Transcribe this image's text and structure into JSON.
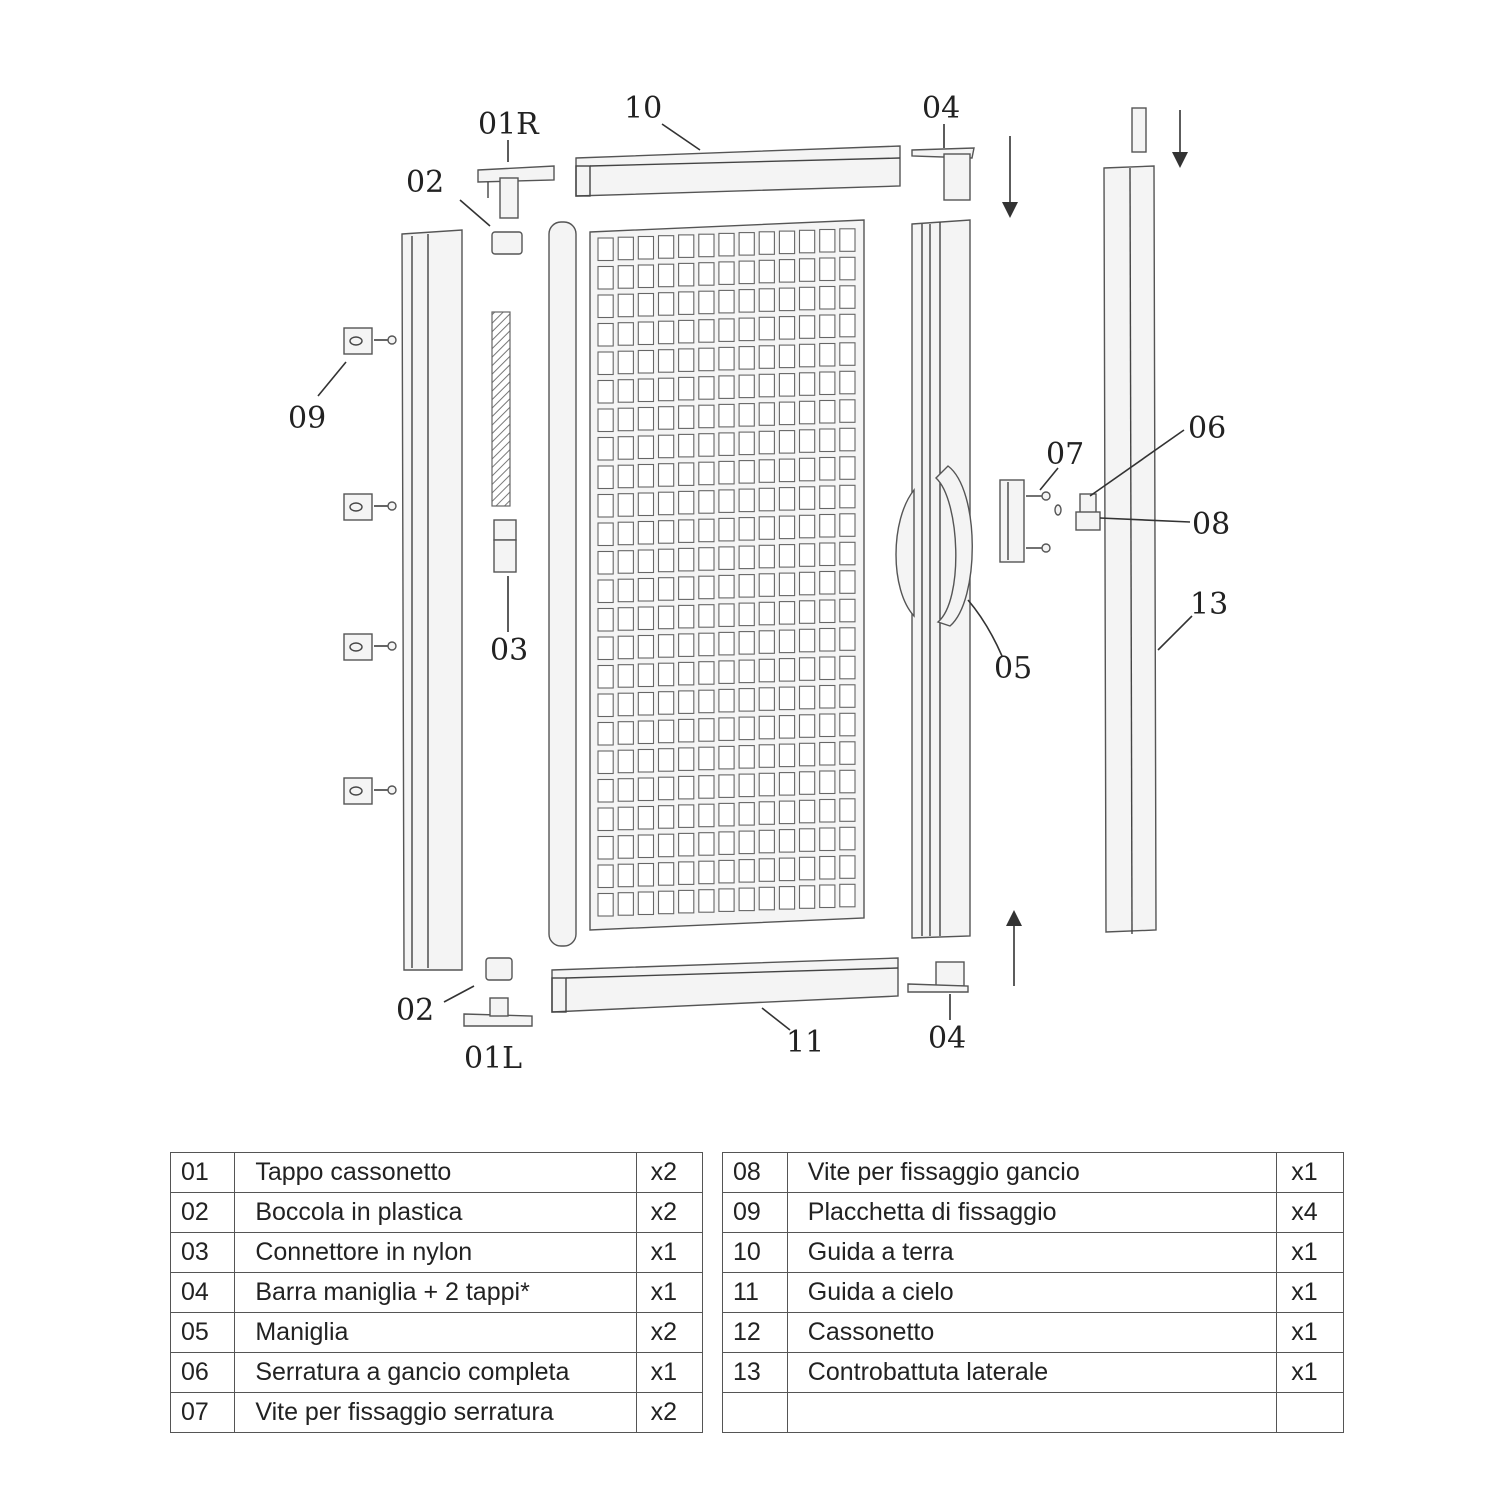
{
  "callouts": [
    {
      "id": "c-10",
      "text": "10"
    },
    {
      "id": "c-01r",
      "text": "01R"
    },
    {
      "id": "c-02-top",
      "text": "02"
    },
    {
      "id": "c-04-top",
      "text": "04"
    },
    {
      "id": "c-09",
      "text": "09"
    },
    {
      "id": "c-03",
      "text": "03"
    },
    {
      "id": "c-07",
      "text": "07"
    },
    {
      "id": "c-06",
      "text": "06"
    },
    {
      "id": "c-08",
      "text": "08"
    },
    {
      "id": "c-13",
      "text": "13"
    },
    {
      "id": "c-05",
      "text": "05"
    },
    {
      "id": "c-02-bottom",
      "text": "02"
    },
    {
      "id": "c-01l",
      "text": "01L"
    },
    {
      "id": "c-11",
      "text": "11"
    },
    {
      "id": "c-04-bottom",
      "text": "04"
    }
  ],
  "parts_left": [
    {
      "code": "01",
      "name": "Tappo cassonetto",
      "qty": "x2"
    },
    {
      "code": "02",
      "name": "Boccola in plastica",
      "qty": "x2"
    },
    {
      "code": "03",
      "name": "Connettore in nylon",
      "qty": "x1"
    },
    {
      "code": "04",
      "name": "Barra maniglia + 2 tappi*",
      "qty": "x1"
    },
    {
      "code": "05",
      "name": "Maniglia",
      "qty": "x2"
    },
    {
      "code": "06",
      "name": "Serratura a gancio completa",
      "qty": "x1"
    },
    {
      "code": "07",
      "name": "Vite per fissaggio serratura",
      "qty": "x2"
    }
  ],
  "parts_right": [
    {
      "code": "08",
      "name": "Vite per fissaggio gancio",
      "qty": "x1"
    },
    {
      "code": "09",
      "name": "Placchetta di fissaggio",
      "qty": "x4"
    },
    {
      "code": "10",
      "name": "Guida a terra",
      "qty": "x1"
    },
    {
      "code": "11",
      "name": "Guida a cielo",
      "qty": "x1"
    },
    {
      "code": "12",
      "name": "Cassonetto",
      "qty": "x1"
    },
    {
      "code": "13",
      "name": "Controbattuta laterale",
      "qty": "x1"
    },
    {
      "code": "",
      "name": "",
      "qty": ""
    }
  ]
}
